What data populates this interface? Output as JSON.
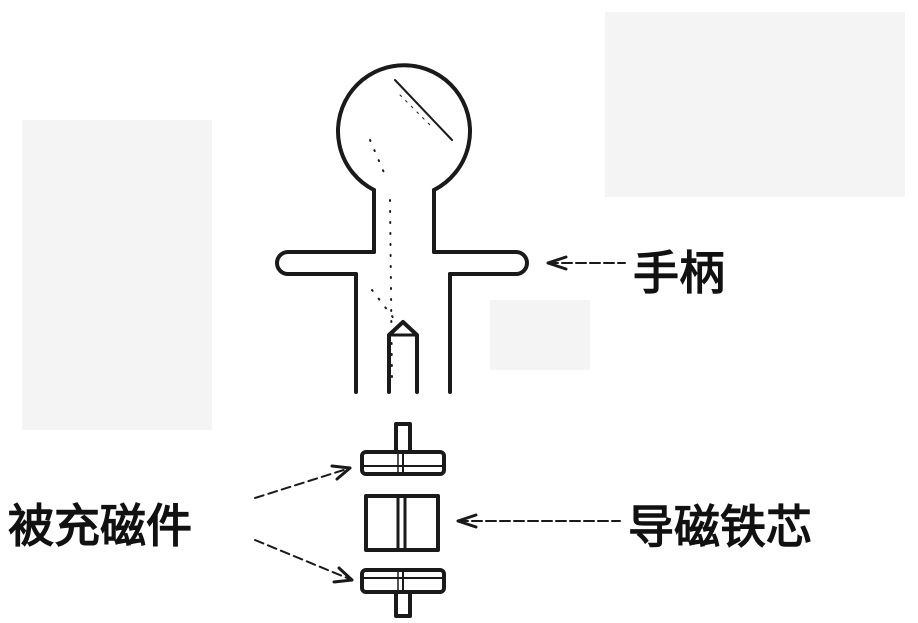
{
  "labels": {
    "handle": "手柄",
    "core": "导磁铁芯",
    "parts": "被充磁件"
  },
  "colors": {
    "line": "#1a1a1a",
    "background": "#ffffff"
  }
}
